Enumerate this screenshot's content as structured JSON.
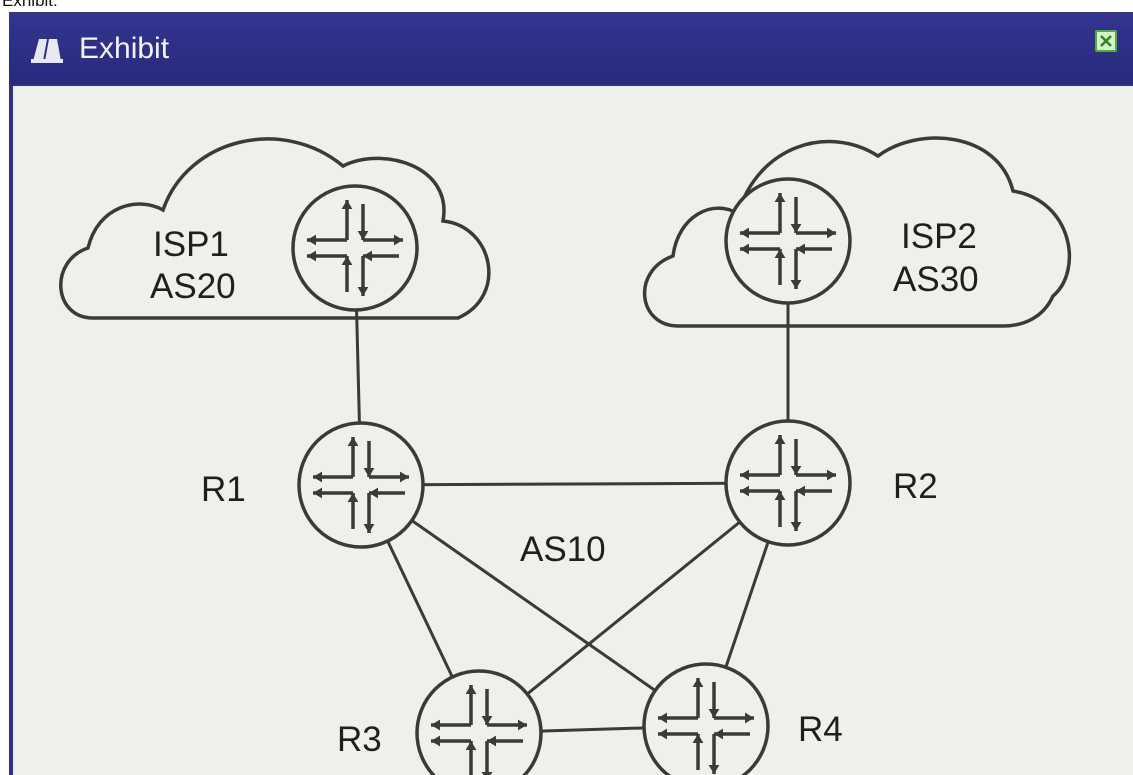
{
  "page_caption": "Exhibit:",
  "window": {
    "title": "Exhibit",
    "title_icon": "exhibit-icon",
    "close_icon": "close-icon"
  },
  "diagram": {
    "clouds": [
      {
        "id": "isp1",
        "line1": "ISP1",
        "line2": "AS20"
      },
      {
        "id": "isp2",
        "line1": "ISP2",
        "line2": "AS30"
      }
    ],
    "routers": [
      {
        "id": "isp1-router",
        "label": ""
      },
      {
        "id": "isp2-router",
        "label": ""
      },
      {
        "id": "r1",
        "label": "R1"
      },
      {
        "id": "r2",
        "label": "R2"
      },
      {
        "id": "r3",
        "label": "R3"
      },
      {
        "id": "r4",
        "label": "R4"
      }
    ],
    "links": [
      [
        "isp1-router",
        "r1"
      ],
      [
        "isp2-router",
        "r2"
      ],
      [
        "r1",
        "r2"
      ],
      [
        "r1",
        "r3"
      ],
      [
        "r1",
        "r4"
      ],
      [
        "r2",
        "r3"
      ],
      [
        "r2",
        "r4"
      ],
      [
        "r3",
        "r4"
      ]
    ],
    "as_label": "AS10",
    "colors": {
      "line": "#3a3a3a",
      "canvas": "#eef0ea",
      "titlebar": "#2f3189"
    }
  }
}
